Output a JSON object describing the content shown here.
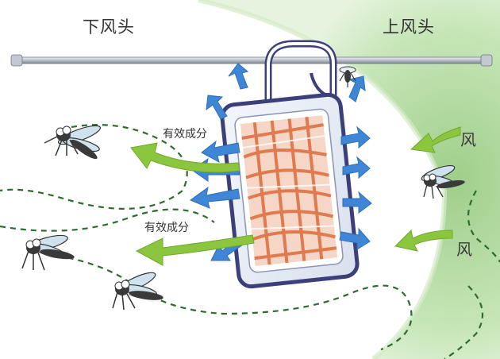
{
  "labels": {
    "downwind": "下风头",
    "upwind": "上风头",
    "active_ingredient_upper": "有效成分",
    "active_ingredient_lower": "有效成分",
    "wind_upper": "风",
    "wind_lower": "风"
  },
  "colors": {
    "background": "#ffffff",
    "upwind_zone": "#b9dca8",
    "green_arrow": "#8cc63f",
    "blue_arrow": "#3f86d6",
    "device_frame": "#3b3f7a",
    "grid_orange": "#e07a4f",
    "dashed_path": "#2e6b2e"
  }
}
